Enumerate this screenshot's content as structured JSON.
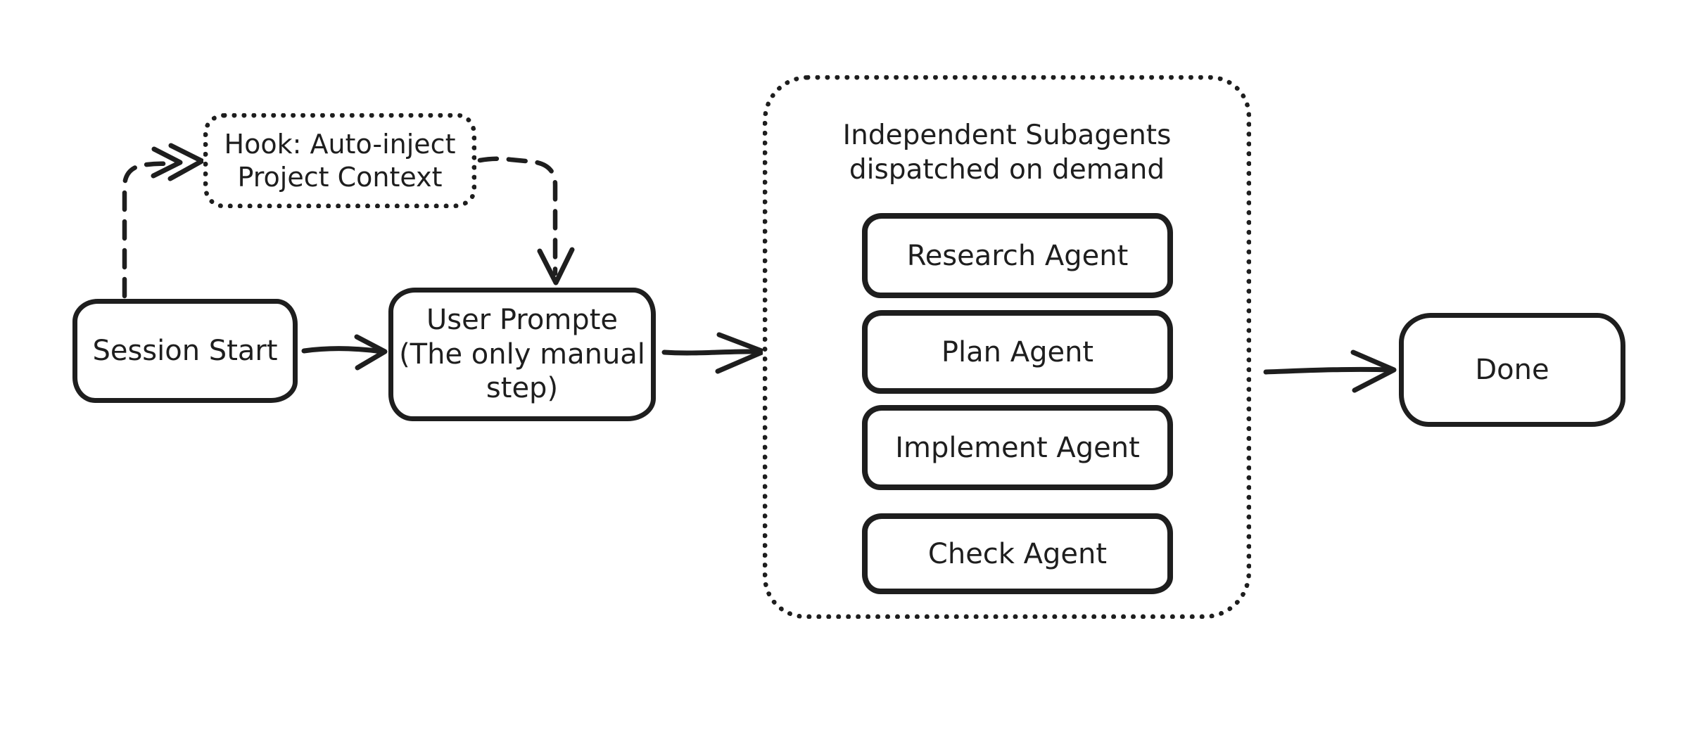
{
  "diagram": {
    "background_color": "#ffffff",
    "stroke_color": "#1e1e1e",
    "nodes": {
      "session_start": {
        "label": "Session Start"
      },
      "hook": {
        "lines": [
          "Hook: Auto-inject",
          "Project Context"
        ]
      },
      "user_prompt": {
        "lines": [
          "User Prompte",
          "(The only manual",
          "step)"
        ]
      },
      "subagents": {
        "title_lines": [
          "Independent Subagents",
          "dispatched on demand"
        ],
        "agents": [
          {
            "label": "Research Agent"
          },
          {
            "label": "Plan Agent"
          },
          {
            "label": "Implement Agent"
          },
          {
            "label": "Check Agent"
          }
        ]
      },
      "done": {
        "label": "Done"
      }
    },
    "connections": [
      {
        "from": "session_start",
        "to": "hook",
        "style": "dashed"
      },
      {
        "from": "hook",
        "to": "user_prompt",
        "style": "dashed"
      },
      {
        "from": "session_start",
        "to": "user_prompt",
        "style": "solid"
      },
      {
        "from": "user_prompt",
        "to": "subagents",
        "style": "solid"
      },
      {
        "from": "subagents",
        "to": "done",
        "style": "solid"
      }
    ]
  }
}
